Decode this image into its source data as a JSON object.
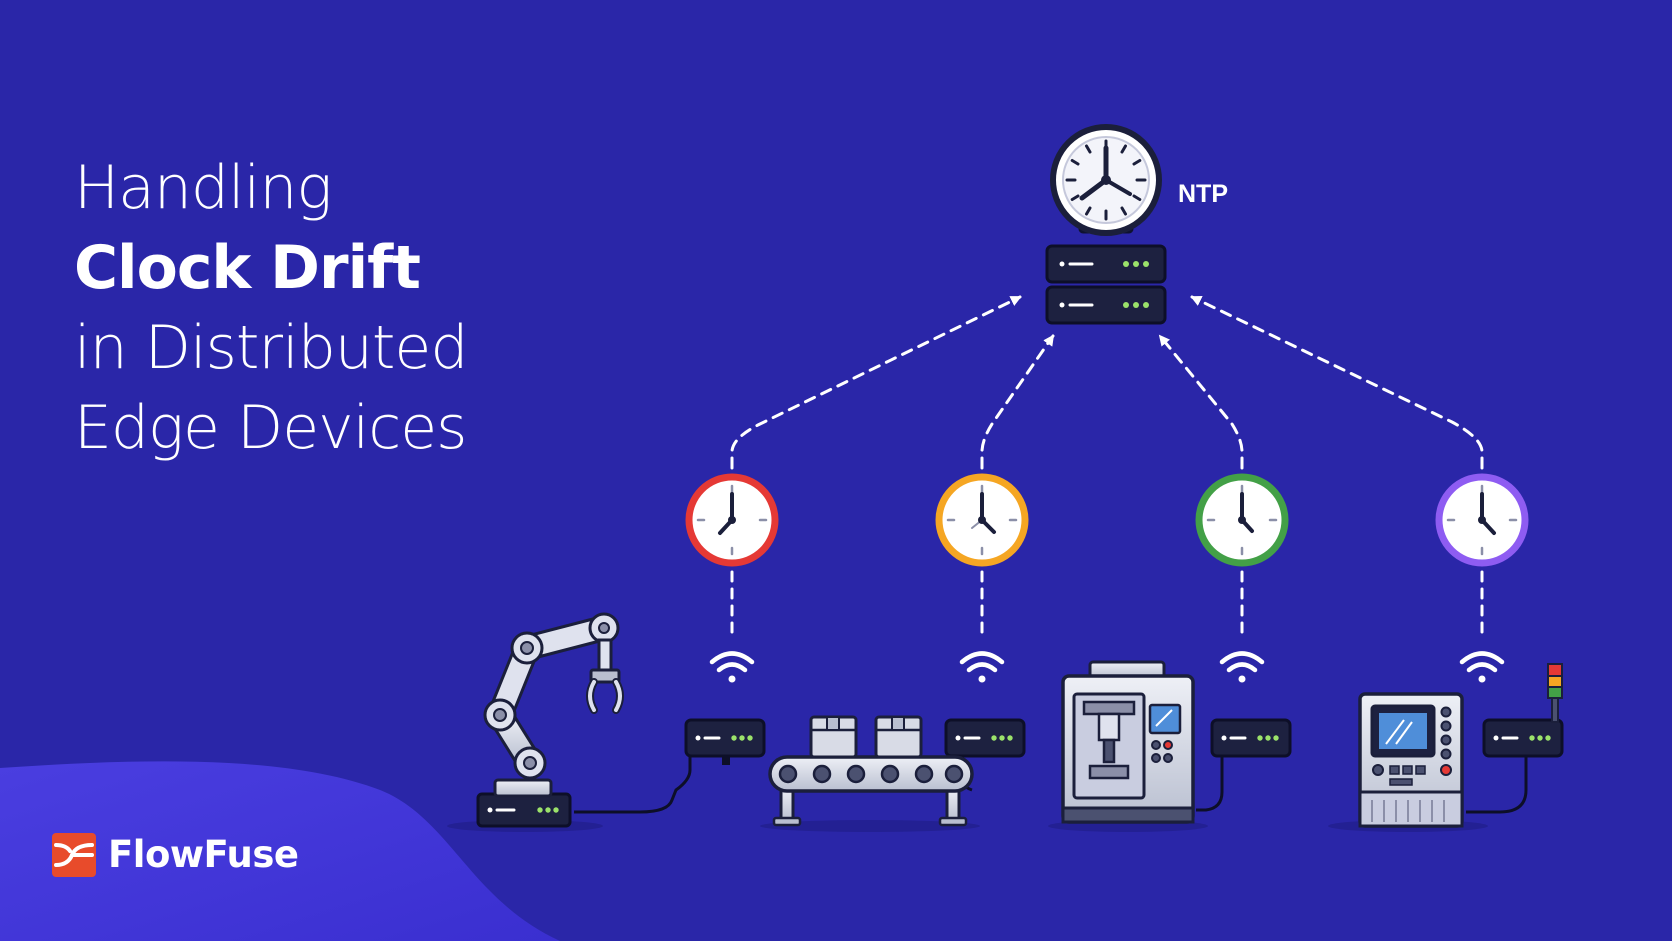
{
  "title": {
    "line1": "Handling",
    "line2": "Clock Drift",
    "line3": "in Distributed",
    "line4": "Edge Devices"
  },
  "server": {
    "label": "NTP"
  },
  "brand": {
    "name": "FlowFuse"
  },
  "colors": {
    "background": "#2a26a8",
    "clock_red": "#e53935",
    "clock_orange": "#f5a623",
    "clock_green": "#43a047",
    "clock_purple": "#8e5cf2",
    "status_led": "#9be26a",
    "brand_mark": "#e84b2b"
  },
  "devices": [
    {
      "kind": "robot-arm",
      "clock_color": "clock_red"
    },
    {
      "kind": "conveyor-belt",
      "clock_color": "clock_orange"
    },
    {
      "kind": "cnc-machine",
      "clock_color": "clock_green"
    },
    {
      "kind": "control-panel",
      "clock_color": "clock_purple"
    }
  ]
}
